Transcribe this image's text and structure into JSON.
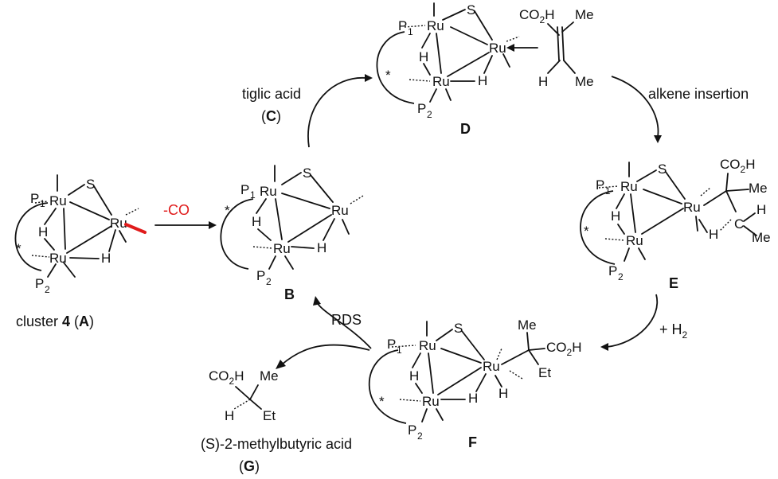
{
  "labels": {
    "A_caption_pre": "cluster ",
    "A_caption_num": "4",
    "A_caption_mid": " (",
    "A_caption_letter": "A",
    "A_caption_post": ")",
    "B": "B",
    "D": "D",
    "E": "E",
    "F": "F",
    "G_name": "(S)-2-methylbutyric acid",
    "G_letter_open": "(",
    "G_letter": "G",
    "G_letter_close": ")",
    "minus_co": "-CO",
    "tiglic_acid": "tiglic acid",
    "C_open": "(",
    "C_letter": "C",
    "C_close": ")",
    "alkene_insertion": "alkene insertion",
    "plus_h2": "+ H",
    "plus_h2_sub": "2",
    "rds": "RDS"
  },
  "atoms": {
    "ru": "Ru",
    "s": "S",
    "h": "H",
    "p": "P",
    "p1_sub": "1",
    "p2_sub": "2",
    "star": "*",
    "co2h_a": "CO",
    "co2h_sub": "2",
    "co2h_b": "H",
    "me": "Me",
    "et": "Et",
    "c": "C"
  },
  "colors": {
    "highlight": "#e01b1b",
    "ink": "#111111"
  }
}
